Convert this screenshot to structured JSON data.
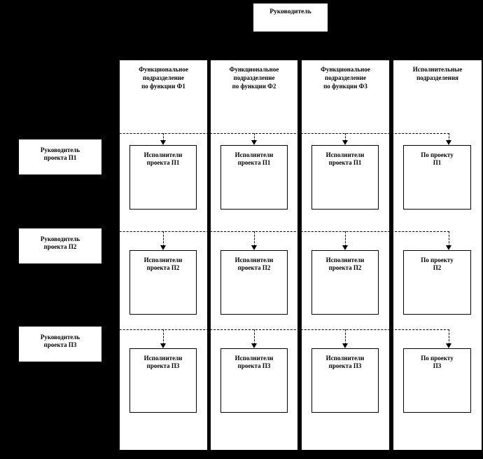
{
  "diagram": {
    "title_box": {
      "label": "Руководитель"
    },
    "column_headers": [
      {
        "label": "Функциональное\nподразделение\nпо функции Ф1"
      },
      {
        "label": "Функциональное\nподразделение\nпо функции Ф2"
      },
      {
        "label": "Функциональное\nподразделение\nпо функции Ф3"
      },
      {
        "label": "Исполнительные\nподразделения"
      }
    ],
    "project_managers": [
      {
        "label": "Руководитель\nпроекта П1"
      },
      {
        "label": "Руководитель\nпроекта П2"
      },
      {
        "label": "Руководитель\nпроекта П3"
      }
    ],
    "cells": [
      [
        {
          "label": "Исполнители\nпроекта П1"
        },
        {
          "label": "Исполнители\nпроекта П1"
        },
        {
          "label": "Исполнители\nпроекта П1"
        },
        {
          "label": "По проекту\nП1"
        }
      ],
      [
        {
          "label": "Исполнители\nпроекта П2"
        },
        {
          "label": "Исполнители\nпроекта П2"
        },
        {
          "label": "Исполнители\nпроекта П2"
        },
        {
          "label": "По проекту\nП2"
        }
      ],
      [
        {
          "label": "Исполнители\nпроекта П3"
        },
        {
          "label": "Исполнители\nпроекта П3"
        },
        {
          "label": "Исполнители\nпроекта П3"
        },
        {
          "label": "По проекту\nП3"
        }
      ]
    ],
    "colors": {
      "background": "#000000",
      "box_fill": "#ffffff",
      "line": "#000000"
    }
  }
}
